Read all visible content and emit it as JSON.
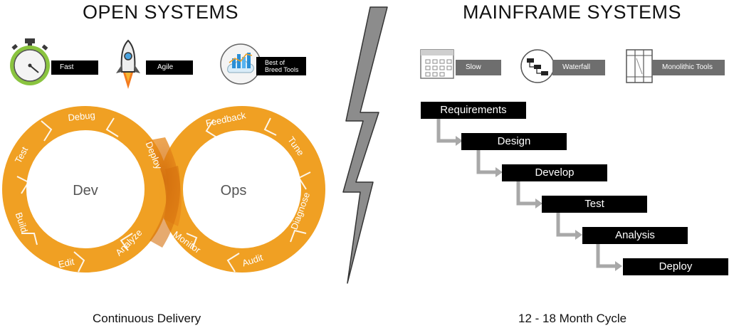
{
  "open": {
    "title": "OPEN SYSTEMS",
    "icons": [
      {
        "label": "Fast",
        "icon": "stopwatch-icon"
      },
      {
        "label": "Agile",
        "icon": "rocket-icon"
      },
      {
        "label": "Best of\nBreed Tools",
        "icon": "cloud-chart-icon"
      }
    ],
    "loop": {
      "left_center": "Dev",
      "right_center": "Ops",
      "stages": [
        "Debug",
        "Deploy",
        "Test",
        "Build",
        "Edit",
        "Analyze",
        "Monitor",
        "Audit",
        "Diagnose",
        "Tune",
        "Feedback"
      ]
    },
    "caption": "Continuous Delivery"
  },
  "mainframe": {
    "title": "MAINFRAME SYSTEMS",
    "icons": [
      {
        "label": "Slow",
        "icon": "calendar-icon"
      },
      {
        "label": "Waterfall",
        "icon": "waterfall-icon"
      },
      {
        "label": "Monolithic Tools",
        "icon": "monolith-icon"
      }
    ],
    "steps": [
      "Requirements",
      "Design",
      "Develop",
      "Test",
      "Analysis",
      "Deploy"
    ],
    "caption": "12 - 18 Month Cycle"
  },
  "colors": {
    "orange": "#f0a023",
    "orange_dark": "#e07e12",
    "gray_bolt": "#8c8c8c",
    "arrow_gray": "#a8a8a8"
  }
}
